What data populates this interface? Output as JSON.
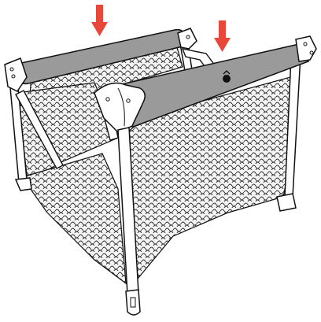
{
  "figure": {
    "subject": "playard-assembly-step",
    "colors": {
      "outline": "#111111",
      "rail_fill": "#9a9a9a",
      "arrow": "#e8473a",
      "mesh_fill": "#cfcfcf",
      "frame_fill": "#ffffff"
    },
    "arrows": [
      {
        "name": "press-down-arrow-left",
        "direction": "down"
      },
      {
        "name": "press-down-arrow-right",
        "direction": "down"
      }
    ]
  }
}
